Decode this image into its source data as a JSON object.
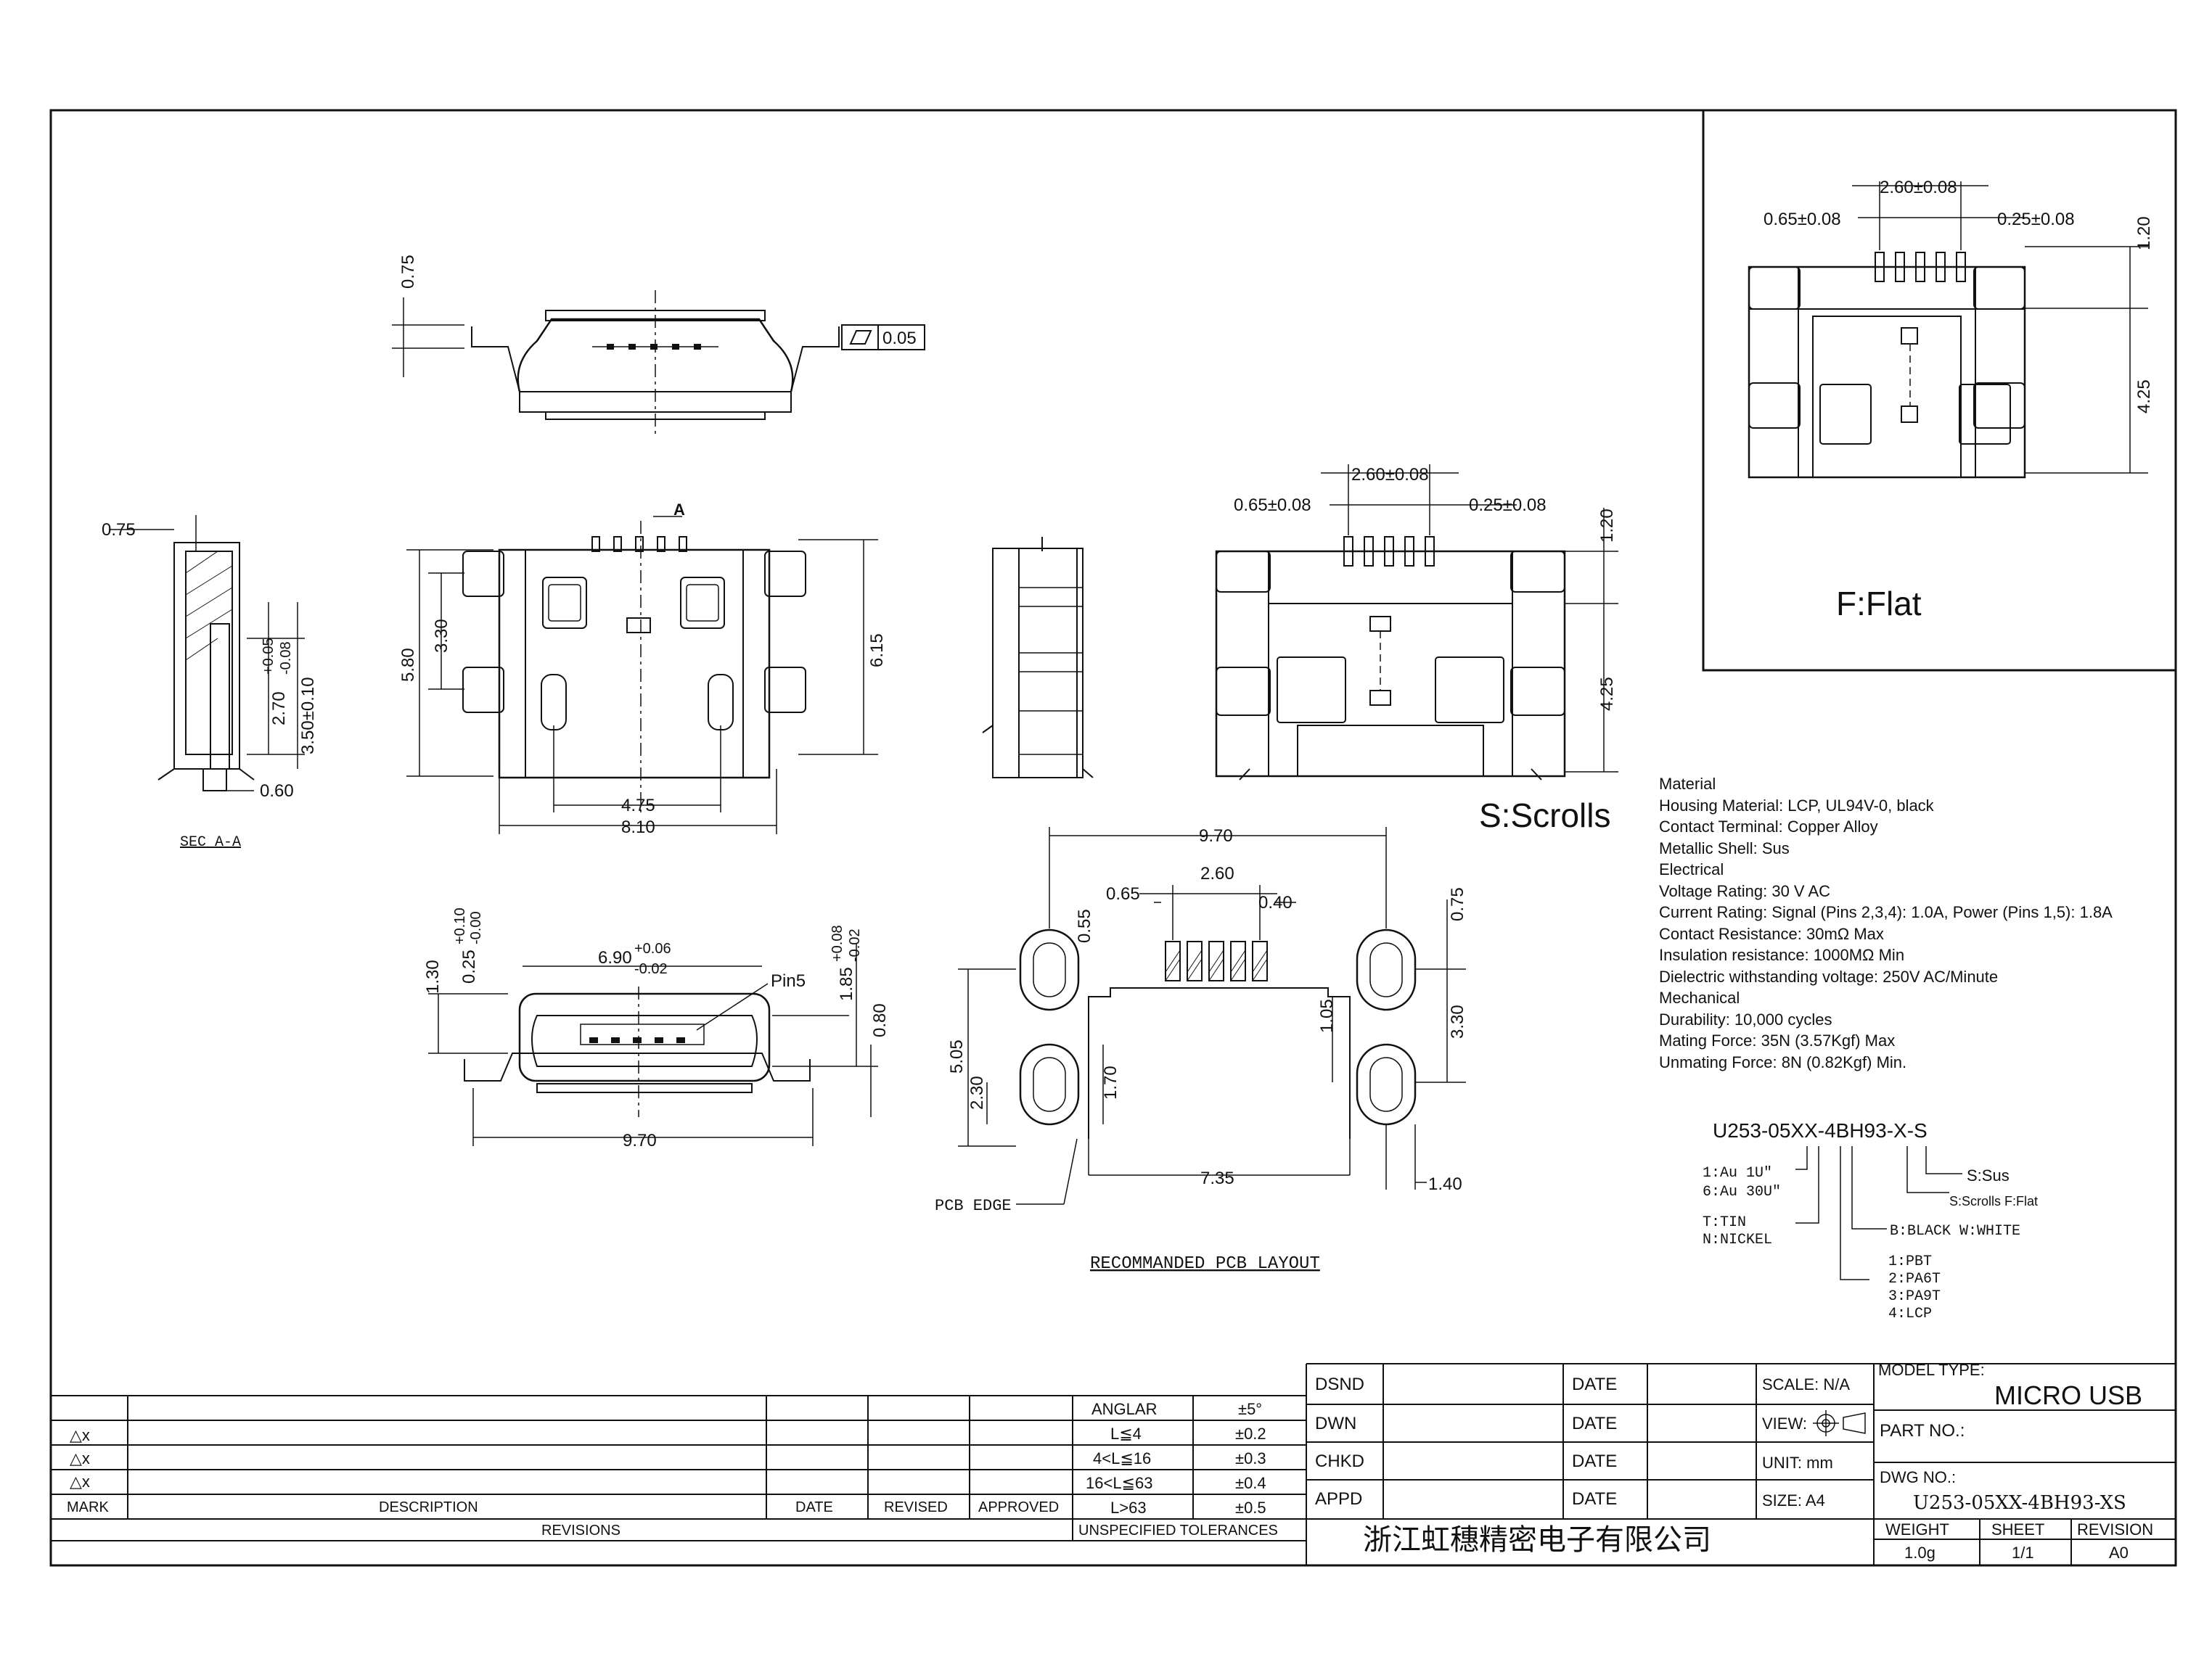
{
  "flat_view": {
    "title": "F:Flat",
    "dim_pitch": "2.60±0.08",
    "dim_left": "0.65±0.08",
    "dim_right": "0.25±0.08",
    "dim_h1": "1.20",
    "dim_h2": "4.25"
  },
  "scrolls_view": {
    "title": "S:Scrolls",
    "dim_pitch": "2.60±0.08",
    "dim_left": "0.65±0.08",
    "dim_right": "0.25±0.08",
    "dim_h1": "1.20",
    "dim_h2": "4.25"
  },
  "top_view": {
    "dim_075": "0.75",
    "dim_005": "0.05",
    "dim_580": "5.80",
    "dim_330": "3.30",
    "dim_615": "6.15",
    "dim_475": "4.75",
    "dim_810": "8.10",
    "section_mark": "A"
  },
  "section_view": {
    "dim_075": "0.75",
    "dim_270": "2.70",
    "tol_270_up": "+0.05",
    "tol_270_dn": "-0.08",
    "dim_350": "3.50±0.10",
    "dim_060": "0.60",
    "label": "SEC A-A"
  },
  "front_view": {
    "dim_130": "1.30",
    "dim_025": "0.25",
    "tol_025_up": "+0.10",
    "tol_025_dn": "-0.00",
    "dim_690": "6.90",
    "tol_690_up": "+0.06",
    "tol_690_dn": "-0.02",
    "dim_185": "1.85",
    "tol_185_up": "+0.08",
    "tol_185_dn": "-0.02",
    "dim_080": "0.80",
    "dim_970": "9.70",
    "pin_label": "Pin5"
  },
  "pcb_layout": {
    "title": "RECOMMANDED PCB LAYOUT",
    "dim_970": "9.70",
    "dim_065": "0.65",
    "dim_260": "2.60",
    "dim_040": "0.40",
    "dim_075": "0.75",
    "dim_055": "0.55",
    "dim_105": "1.05",
    "dim_330": "3.30",
    "dim_505": "5.05",
    "dim_230": "2.30",
    "dim_170": "1.70",
    "dim_735": "7.35",
    "dim_140": "1.40",
    "pcb_edge": "PCB EDGE"
  },
  "specs": [
    "Material",
    "Housing Material: LCP, UL94V-0, black",
    "Contact Terminal: Copper Alloy",
    "Metallic Shell: Sus",
    "Electrical",
    "Voltage Rating: 30 V AC",
    "Current Rating: Signal (Pins 2,3,4): 1.0A, Power (Pins 1,5): 1.8A",
    "Contact Resistance: 30mΩ Max",
    "Insulation resistance: 1000MΩ Min",
    "Dielectric withstanding voltage: 250V AC/Minute",
    "Mechanical",
    "Durability: 10,000 cycles",
    "Mating Force: 35N (3.57Kgf) Max",
    "Unmating Force: 8N (0.82Kgf) Min."
  ],
  "part_code": {
    "code": "U253-05XX-4BH93-X-S",
    "plating_1": "1:Au  1U\"",
    "plating_2": "6:Au  30U\"",
    "plating_3": "T:TIN",
    "plating_4": "N:NICKEL",
    "color": "B:BLACK  W:WHITE",
    "mat_1": "1:PBT",
    "mat_2": "2:PA6T",
    "mat_3": "3:PA9T",
    "mat_4": "4:LCP",
    "shell": "S:Sus",
    "type": "S:Scrolls    F:Flat"
  },
  "revisions": {
    "rows_mark": [
      "△x",
      "△x",
      "△x"
    ],
    "h_mark": "MARK",
    "h_desc": "DESCRIPTION",
    "h_date": "DATE",
    "h_revised": "REVISED",
    "h_approved": "APPROVED",
    "footer": "REVISIONS"
  },
  "tolerances": {
    "rows": [
      {
        "label": "ANGLAR",
        "value": "±5°"
      },
      {
        "label": "L≦4",
        "value": "±0.2"
      },
      {
        "label": "4<L≦16",
        "value": "±0.3"
      },
      {
        "label": "16<L≦63",
        "value": "±0.4"
      },
      {
        "label": "L>63",
        "value": "±0.5"
      }
    ],
    "footer": "UNSPECIFIED TOLERANCES"
  },
  "title_block": {
    "dsnd": "DSND",
    "dwn": "DWN",
    "chkd": "CHKD",
    "appd": "APPD",
    "date": "DATE",
    "scale": "SCALE: N/A",
    "view": "VIEW:",
    "unit": "UNIT: mm",
    "size": "SIZE: A4",
    "company": "浙江虹穗精密电子有限公司",
    "model_type_label": "MODEL TYPE:",
    "model_type": "MICRO USB",
    "part_no_label": "PART NO.:",
    "dwg_no_label": "DWG NO.:",
    "dwg_no": "U253-05XX-4BH93-XS",
    "weight_label": "WEIGHT",
    "weight": "1.0g",
    "sheet_label": "SHEET",
    "sheet": "1/1",
    "revision_label": "REVISION",
    "revision": "A0"
  }
}
